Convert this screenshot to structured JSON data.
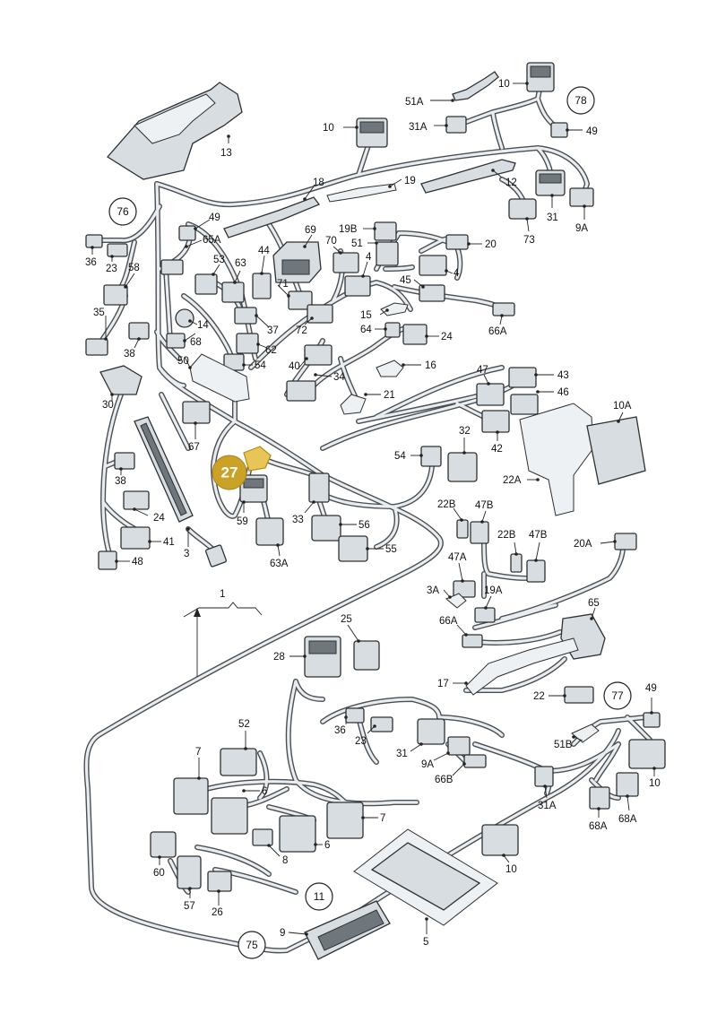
{
  "colors": {
    "wire_outline": "#4a4f54",
    "wire_fill": "#e9edf0",
    "highlight": "#c9a227",
    "highlight_part": "#e8c558",
    "component": "#d8dde1"
  },
  "highlighted_callout": "27",
  "circled_refs": [
    "78",
    "76",
    "77",
    "11",
    "75"
  ],
  "labels": [
    "10",
    "51A",
    "31A",
    "49",
    "13",
    "18",
    "19",
    "12",
    "49",
    "65A",
    "19B",
    "51",
    "20",
    "69",
    "70",
    "4",
    "44",
    "53",
    "63",
    "58",
    "36",
    "23",
    "35",
    "14",
    "68",
    "71",
    "45",
    "4",
    "15",
    "37",
    "62",
    "72",
    "64",
    "24",
    "66A",
    "38",
    "50",
    "54",
    "40",
    "16",
    "34",
    "21",
    "47",
    "43",
    "46",
    "30",
    "67",
    "10A",
    "32",
    "42",
    "54",
    "38",
    "24",
    "59",
    "33",
    "56",
    "22A",
    "22B",
    "47B",
    "41",
    "48",
    "3",
    "63A",
    "55",
    "22B",
    "47B",
    "20A",
    "47A",
    "3A",
    "19A",
    "1",
    "65",
    "66A",
    "25",
    "28",
    "17",
    "22",
    "36",
    "23",
    "52",
    "31",
    "9A",
    "7",
    "66B",
    "6",
    "7",
    "6",
    "8",
    "60",
    "57",
    "26",
    "9",
    "5",
    "51B",
    "31A",
    "68A",
    "68A",
    "10",
    "9A",
    "31",
    "73",
    "10",
    "49",
    "10"
  ]
}
